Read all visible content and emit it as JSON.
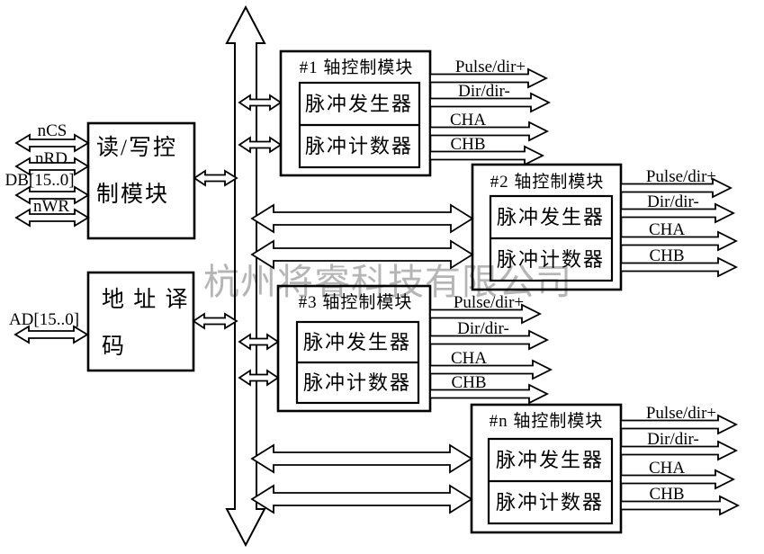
{
  "watermark": "杭州将睿科技有限公司",
  "signals": {
    "ncs": "nCS",
    "nrd": "nRD",
    "db": "DB[15..0]",
    "nwr": "nWR",
    "ad": "AD[15..0]"
  },
  "rw_module": {
    "line1": "读/写控",
    "line2": "制模块"
  },
  "addr_module": {
    "line1": "地 址 译",
    "line2": "码"
  },
  "modules": [
    {
      "title": "#1 轴控制模块",
      "generator": "脉冲发生器",
      "counter": "脉冲计数器",
      "outputs": [
        "Pulse/dir+",
        "Dir/dir-",
        "CHA",
        "CHB"
      ]
    },
    {
      "title": "#2 轴控制模块",
      "generator": "脉冲发生器",
      "counter": "脉冲计数器",
      "outputs": [
        "Pulse/dir+",
        "Dir/dir-",
        "CHA",
        "CHB"
      ]
    },
    {
      "title": "#3 轴控制模块",
      "generator": "脉冲发生器",
      "counter": "脉冲计数器",
      "outputs": [
        "Pulse/dir+",
        "Dir/dir-",
        "CHA",
        "CHB"
      ]
    },
    {
      "title": "#n 轴控制模块",
      "generator": "脉冲发生器",
      "counter": "脉冲计数器",
      "outputs": [
        "Pulse/dir+",
        "Dir/dir-",
        "CHA",
        "CHB"
      ]
    }
  ],
  "colors": {
    "line": "#000000",
    "background": "#ffffff",
    "watermark": "#b5b5b5"
  }
}
